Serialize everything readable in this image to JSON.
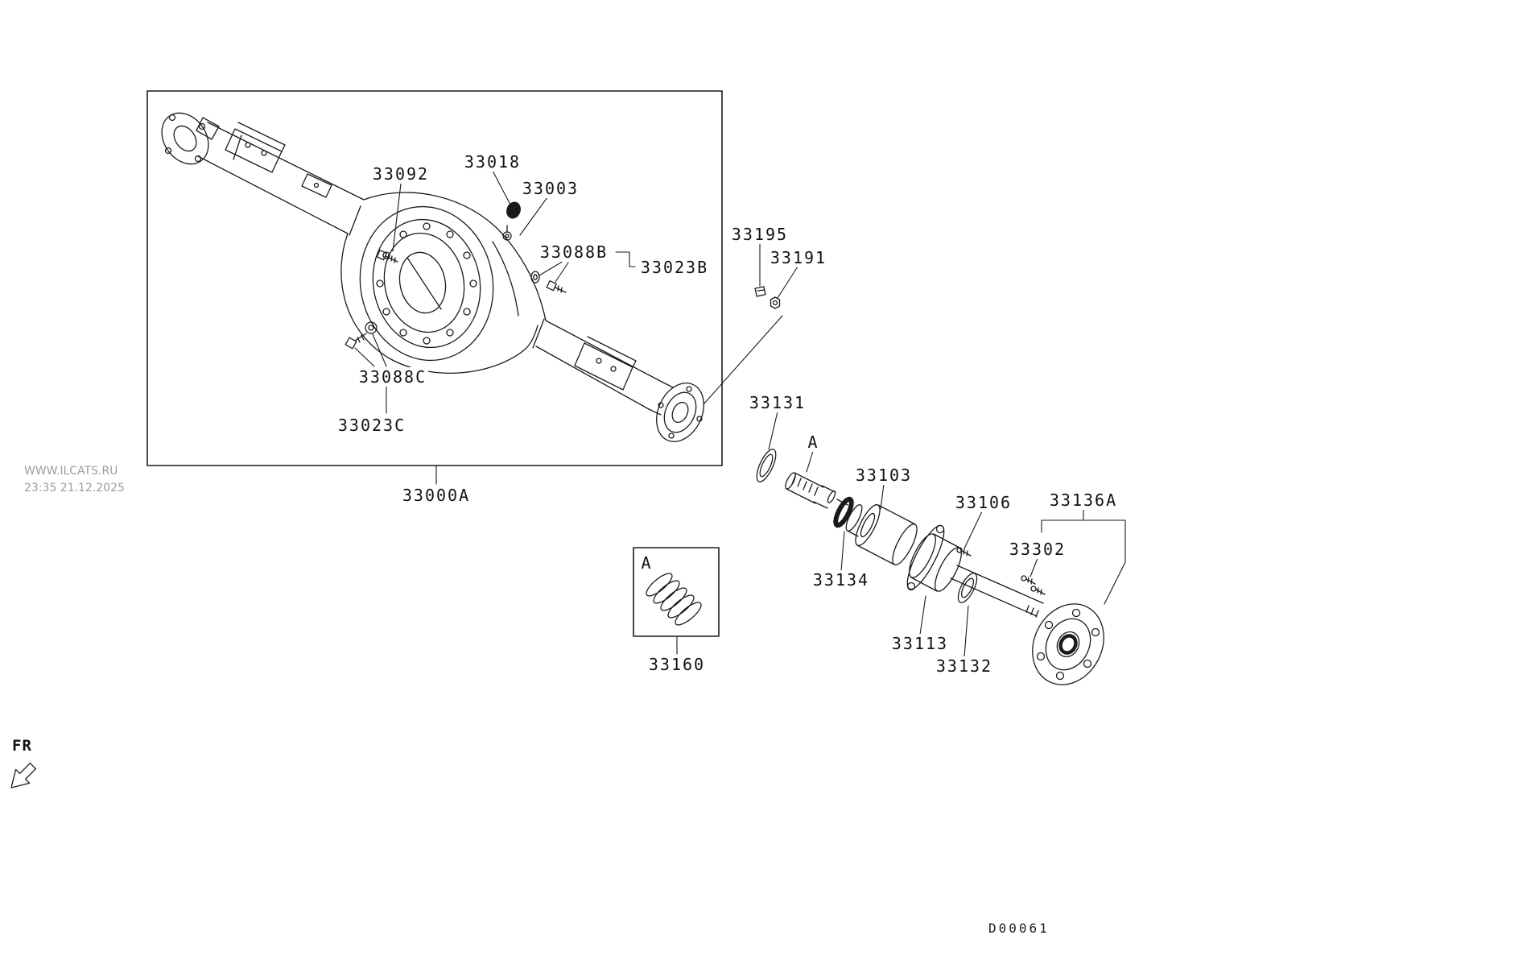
{
  "page": {
    "background": "#ffffff",
    "line_color": "#1a1a1a"
  },
  "watermark": {
    "site": "WWW.ILCATS.RU",
    "timestamp": "23:35 21.12.2025"
  },
  "footer": {
    "drawing_code": "D00061"
  },
  "orientation": {
    "front_label": "FR"
  },
  "detail_markers": {
    "shaft_marker": "A",
    "box_marker": "A"
  },
  "part_labels": {
    "assembly": "33000A",
    "p33092": "33092",
    "p33018": "33018",
    "p33003": "33003",
    "p33088B": "33088B",
    "p33023B": "33023B",
    "p33195": "33195",
    "p33191": "33191",
    "p33088C": "33088C",
    "p33023C": "33023C",
    "p33131": "33131",
    "p33103": "33103",
    "p33106": "33106",
    "p33136A": "33136A",
    "p33302": "33302",
    "p33134": "33134",
    "p33113": "33113",
    "p33132": "33132",
    "p33160": "33160"
  }
}
